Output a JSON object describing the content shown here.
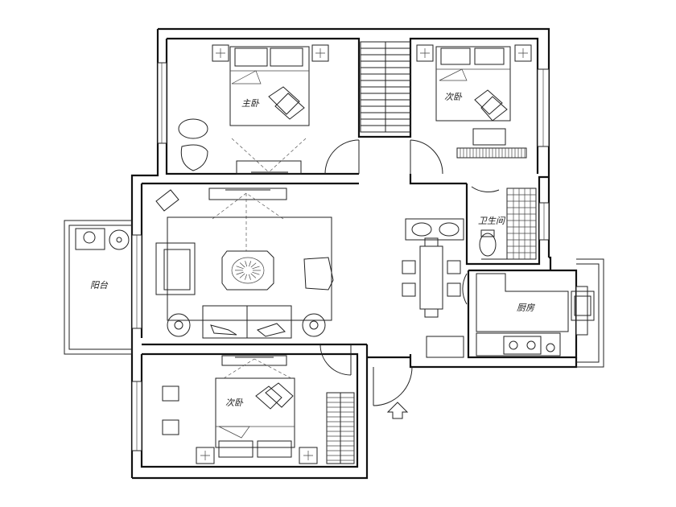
{
  "rooms": {
    "master_bedroom": "主卧",
    "second_bedroom_top": "次卧",
    "second_bedroom_bottom": "次卧",
    "bathroom": "卫生间",
    "balcony": "阳台",
    "kitchen": "厨房"
  },
  "colors": {
    "line": "#111111",
    "background": "#ffffff"
  }
}
